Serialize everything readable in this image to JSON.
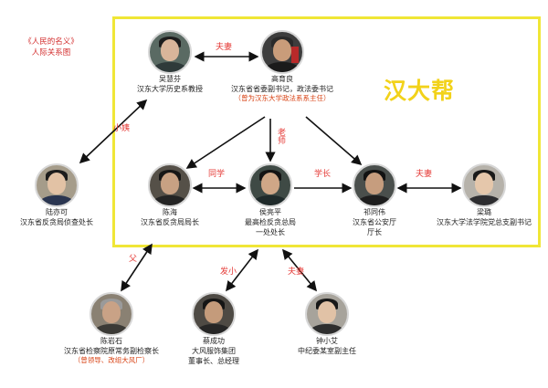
{
  "title": {
    "line1": "《人民的名义》",
    "line2": "人际关系图"
  },
  "faction_label": "汉大帮",
  "nodes": {
    "wu": {
      "name": "吴慧芬",
      "roles": [
        "汉东大学历史系教授"
      ],
      "note": ""
    },
    "gao": {
      "name": "高育良",
      "roles": [
        "汉东省省委副书记，政法委书记"
      ],
      "note": "（曾为汉东大学政法系系主任）"
    },
    "lu": {
      "name": "陆亦可",
      "roles": [
        "汉东省反贪局侦查处长"
      ],
      "note": ""
    },
    "chen": {
      "name": "陈海",
      "roles": [
        "汉东省反贪局局长"
      ],
      "note": ""
    },
    "hou": {
      "name": "侯亮平",
      "roles": [
        "最高检反贪总局",
        "一处处长"
      ],
      "note": ""
    },
    "qi": {
      "name": "祁同伟",
      "roles": [
        "汉东省公安厅",
        "厅长"
      ],
      "note": ""
    },
    "liang": {
      "name": "梁璐",
      "roles": [
        "汉东大学法学院党总支副书记"
      ],
      "note": ""
    },
    "chenys": {
      "name": "陈岩石",
      "roles": [
        "汉东省检察院原常务副检察长"
      ],
      "note": "（曾领导、改组大风厂）"
    },
    "cai": {
      "name": "蔡成功",
      "roles": [
        "大风服饰集团",
        "董事长、总经理"
      ],
      "note": ""
    },
    "zhong": {
      "name": "钟小艾",
      "roles": [
        "中纪委某室副主任"
      ],
      "note": ""
    }
  },
  "relations": {
    "wu_gao": "夫妻",
    "wu_lu": "小姨",
    "gao_hou": "老师",
    "chen_hou": "同学",
    "hou_qi": "学长",
    "qi_liang": "夫妻",
    "chen_chenys": "父",
    "hou_cai": "发小",
    "hou_zhong": "夫妻"
  },
  "colors": {
    "frame": "#f0e636",
    "faction": "#f2d21a",
    "relation": "#e53935",
    "note": "#d84315"
  }
}
